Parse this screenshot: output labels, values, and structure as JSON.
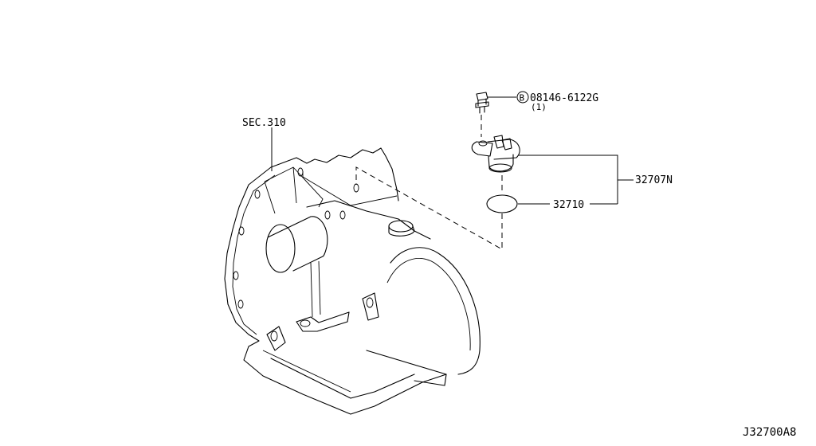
{
  "labels": {
    "sec_ref": "SEC.310",
    "bolt_prefix": "B",
    "bolt_number": "08146-6122G",
    "bolt_qty": "(1)",
    "sensor_assembly": "32707N",
    "o_ring": "32710",
    "diagram_id": "J32700A8"
  }
}
